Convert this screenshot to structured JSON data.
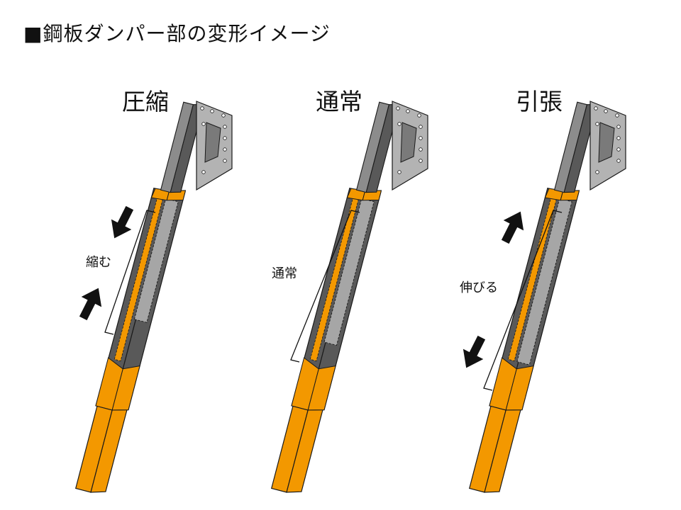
{
  "title": "■鋼板ダンパー部の変形イメージ",
  "colors": {
    "orange": "#F39800",
    "dark_gray": "#595959",
    "mid_gray": "#8c8c8c",
    "light_gray": "#a6a6a6",
    "plate_gray": "#b3b3b3",
    "stroke": "#1a1a1a"
  },
  "panels": [
    {
      "title": "圧縮",
      "label": "縮む",
      "arrows": "inward",
      "inner_fraction": 0.74
    },
    {
      "title": "通常",
      "label": "通常",
      "arrows": "none",
      "inner_fraction": 0.88
    },
    {
      "title": "引張",
      "label": "伸びる",
      "arrows": "outward",
      "inner_fraction": 1.0
    }
  ]
}
